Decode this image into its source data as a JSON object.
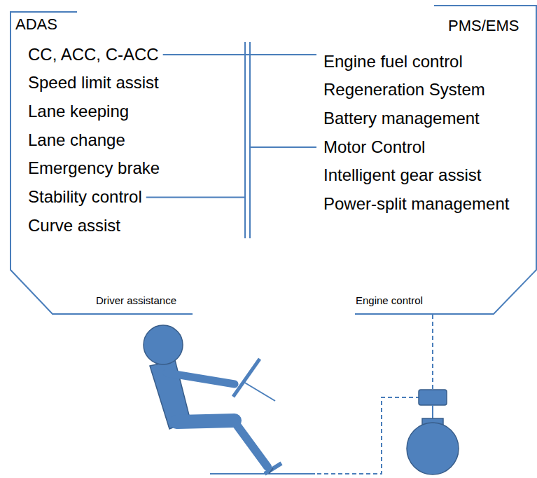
{
  "diagram": {
    "nodes": [
      {
        "text": [
          "ADAS",
          "CC, ACC, C-ACC",
          "Speed limit assist",
          "Lane keeping",
          "Lane change",
          "Emergency brake",
          "Stability control",
          "Curve assist",
          "Driver assistance"
        ]
      },
      {
        "text": [
          "PMS/EMS",
          "Engine fuel control",
          "Regeneration System",
          "Battery management",
          "Motor Control",
          "Intelligent gear assist",
          "Power-split management",
          "Engine control"
        ]
      }
    ],
    "edges": [
      {
        "from": 0,
        "to": 1,
        "arrow": "none"
      }
    ]
  }
}
